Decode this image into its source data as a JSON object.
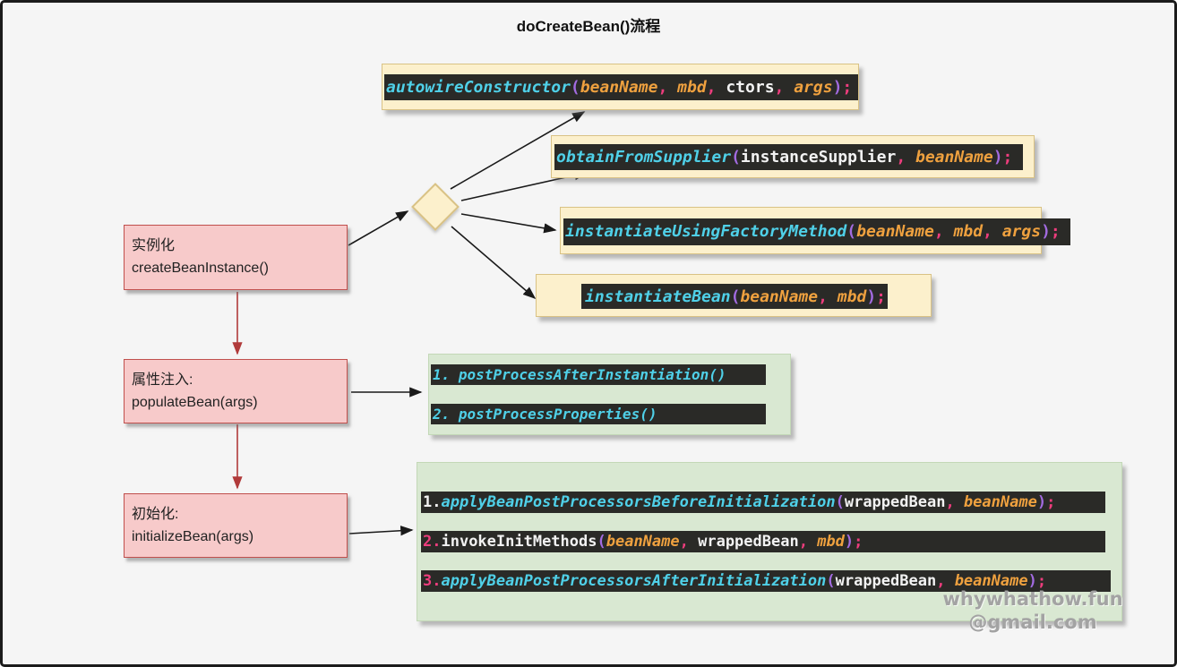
{
  "title": "doCreateBean()流程",
  "colors": {
    "background": "#f5f5f5",
    "frame": "#1b1b1b",
    "note_yellow": "#fcf0cc",
    "note_yellow_border": "#d9c285",
    "note_green": "#d9e8d2",
    "note_green_border": "#c3d8b7",
    "pink_fill": "#f7caca",
    "pink_border": "#c0504d",
    "code_bg": "#2a2a27",
    "token_fn": "#4fd0e8",
    "token_arg": "#efa13f",
    "token_punc": "#ee3d7d",
    "token_paren": "#a26be0",
    "token_plain": "#f2f2f2",
    "arrow_black": "#1a1a1a",
    "arrow_red": "#b03a3a",
    "watermark": "#a3a3a3"
  },
  "stages": [
    {
      "label": "实例化",
      "method": "createBeanInstance()"
    },
    {
      "label": "属性注入:",
      "method": "populateBean(args)"
    },
    {
      "label": "初始化:",
      "method": "initializeBean(args)"
    }
  ],
  "calls": {
    "autowire_constructor": [
      [
        "fn",
        "autowireConstructor"
      ],
      [
        "paren",
        "("
      ],
      [
        "arg",
        "beanName"
      ],
      [
        "punc",
        ", "
      ],
      [
        "arg",
        "mbd"
      ],
      [
        "punc",
        ", "
      ],
      [
        "plain",
        "ctors"
      ],
      [
        "punc",
        ", "
      ],
      [
        "arg",
        "args"
      ],
      [
        "paren",
        ")"
      ],
      [
        "punc",
        ";"
      ]
    ],
    "obtain_from_supplier": [
      [
        "fn",
        "obtainFromSupplier"
      ],
      [
        "paren",
        "("
      ],
      [
        "plain",
        "instanceSupplier"
      ],
      [
        "punc",
        ", "
      ],
      [
        "arg",
        "beanName"
      ],
      [
        "paren",
        ")"
      ],
      [
        "punc",
        ";"
      ]
    ],
    "instantiate_using_factory_method": [
      [
        "fn",
        "instantiateUsingFactoryMethod"
      ],
      [
        "paren",
        "("
      ],
      [
        "arg",
        "beanName"
      ],
      [
        "punc",
        ", "
      ],
      [
        "arg",
        "mbd"
      ],
      [
        "punc",
        ", "
      ],
      [
        "arg",
        "args"
      ],
      [
        "paren",
        ")"
      ],
      [
        "punc",
        ";"
      ]
    ],
    "instantiate_bean": [
      [
        "fn",
        "instantiateBean"
      ],
      [
        "paren",
        "("
      ],
      [
        "arg",
        "beanName"
      ],
      [
        "punc",
        ", "
      ],
      [
        "arg",
        "mbd"
      ],
      [
        "paren",
        ")"
      ],
      [
        "punc",
        ";"
      ]
    ],
    "populate_step_1": [
      [
        "num_cyan",
        "1. "
      ],
      [
        "fn",
        "postProcessAfterInstantiation()"
      ]
    ],
    "populate_step_2": [
      [
        "num_cyan",
        "2. "
      ],
      [
        "fn",
        "postProcessProperties()"
      ]
    ],
    "init_step_1": [
      [
        "num_white",
        "1."
      ],
      [
        "fn",
        "applyBeanPostProcessorsBeforeInitialization"
      ],
      [
        "paren",
        "("
      ],
      [
        "plain",
        "wrappedBean"
      ],
      [
        "punc",
        ", "
      ],
      [
        "arg",
        "beanName"
      ],
      [
        "paren",
        ")"
      ],
      [
        "punc",
        ";"
      ]
    ],
    "init_step_2": [
      [
        "num_pink",
        "2."
      ],
      [
        "plain",
        "invokeInitMethods"
      ],
      [
        "paren",
        "("
      ],
      [
        "arg",
        "beanName"
      ],
      [
        "punc",
        ", "
      ],
      [
        "plain",
        "wrappedBean"
      ],
      [
        "punc",
        ", "
      ],
      [
        "arg",
        "mbd"
      ],
      [
        "paren",
        ")"
      ],
      [
        "punc",
        ";"
      ]
    ],
    "init_step_3": [
      [
        "num_pink",
        "3."
      ],
      [
        "fn",
        "applyBeanPostProcessorsAfterInitialization"
      ],
      [
        "paren",
        "("
      ],
      [
        "plain",
        "wrappedBean"
      ],
      [
        "punc",
        ", "
      ],
      [
        "arg",
        "beanName"
      ],
      [
        "paren",
        ")"
      ],
      [
        "punc",
        ";"
      ]
    ]
  },
  "watermark": {
    "line1": "whywhathow.fun",
    "line2": "@gmail.com"
  }
}
